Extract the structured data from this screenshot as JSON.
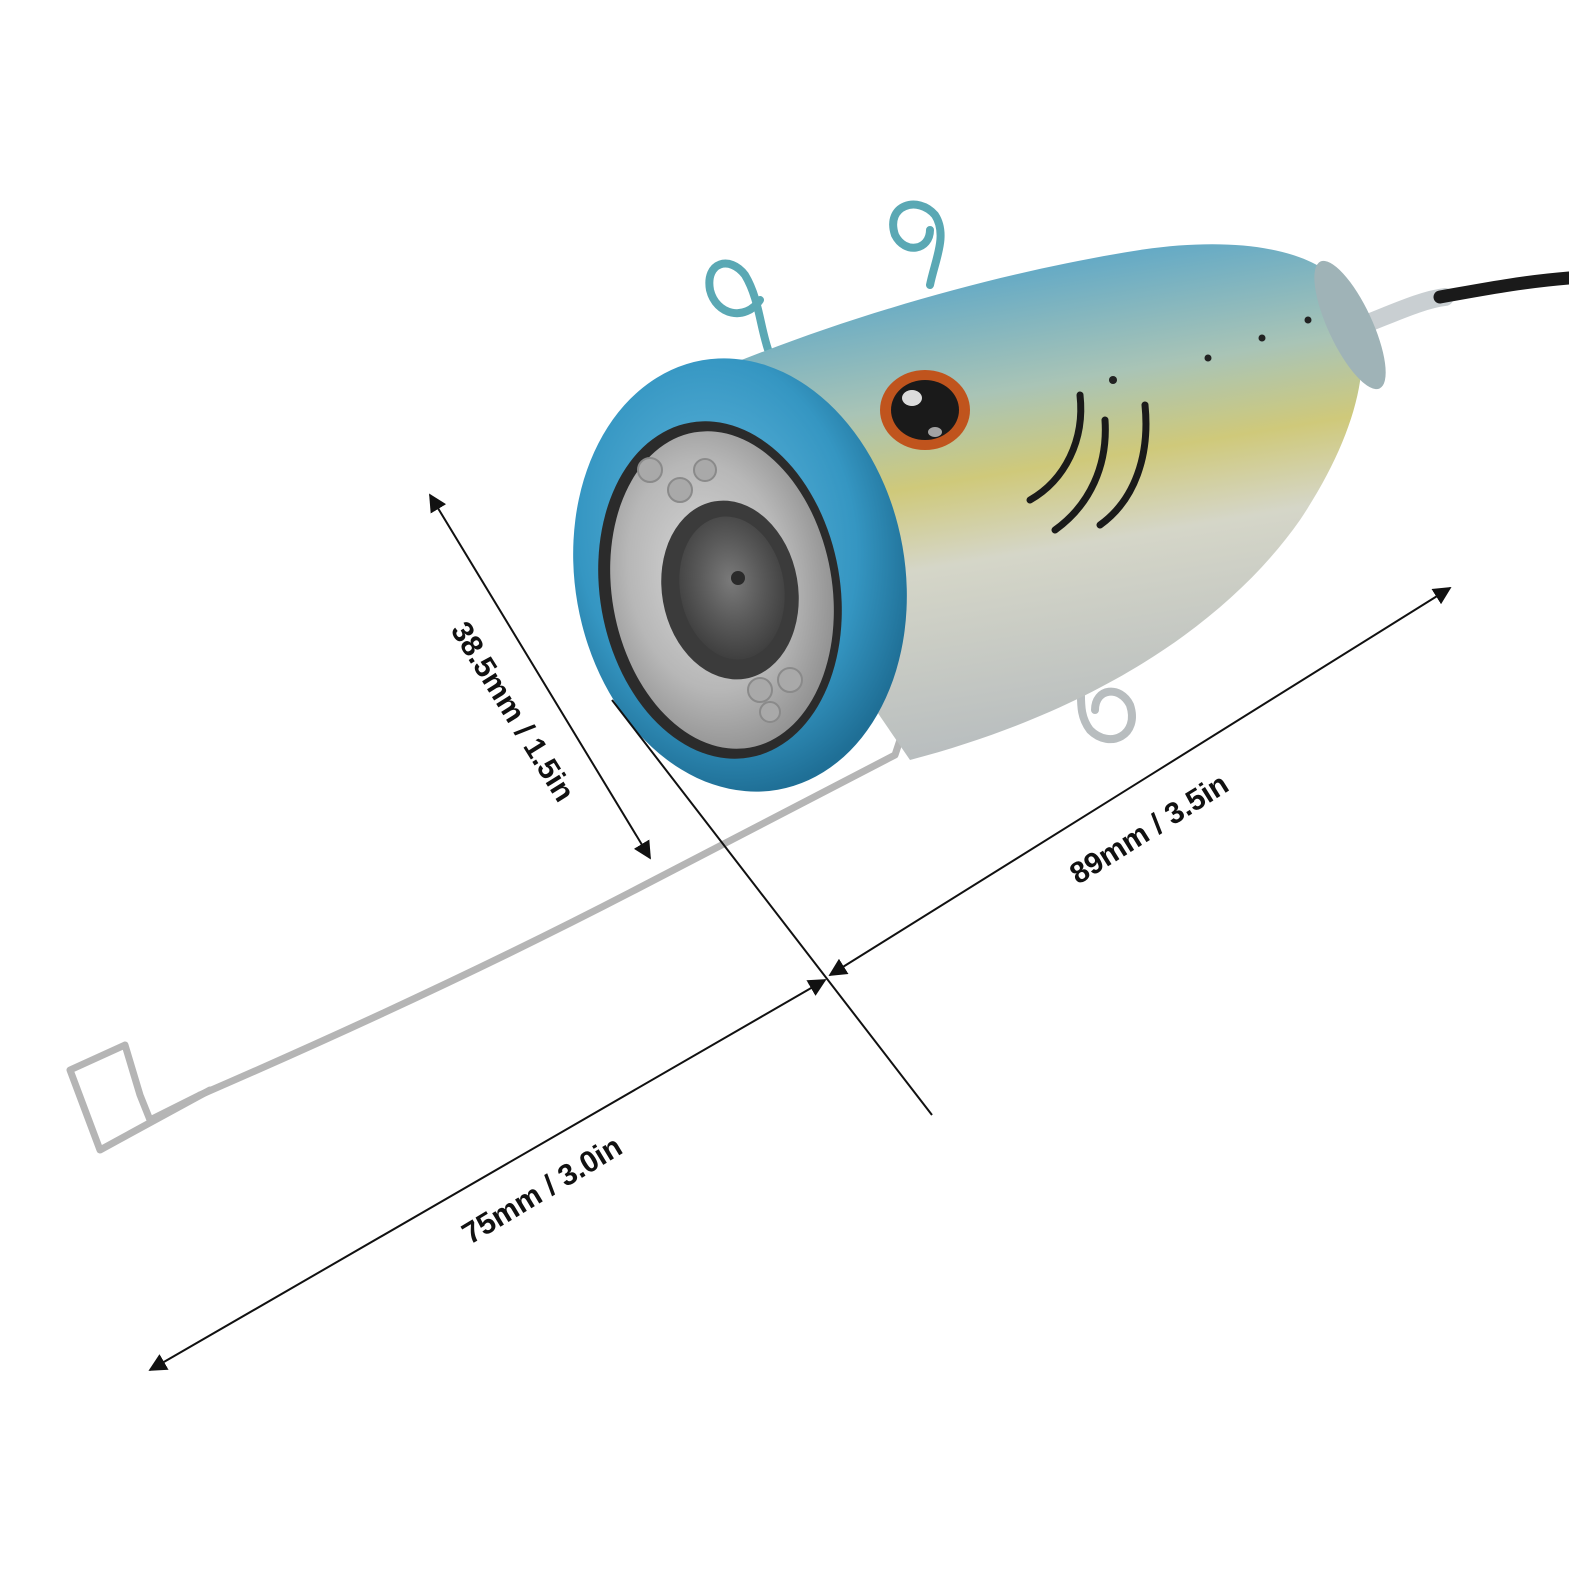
{
  "product": {
    "name_icon": "fish-shaped-underwater-camera",
    "colors": {
      "bezel": "#3a9cc8",
      "body_top": "#6fb0c9",
      "body_mid": "#c9c77a",
      "body_bottom": "#c8cccc",
      "cable": "#1a1a1a",
      "wire": "#b8b8b8",
      "lens": "#4a4a4a",
      "eye_ring": "#c0541d",
      "dimension_line": "#111111"
    }
  },
  "dimensions": {
    "diameter_label": "38.5mm / 1.5in",
    "length_label": "89mm / 3.5in",
    "stand_label": "75mm / 3.0in"
  }
}
